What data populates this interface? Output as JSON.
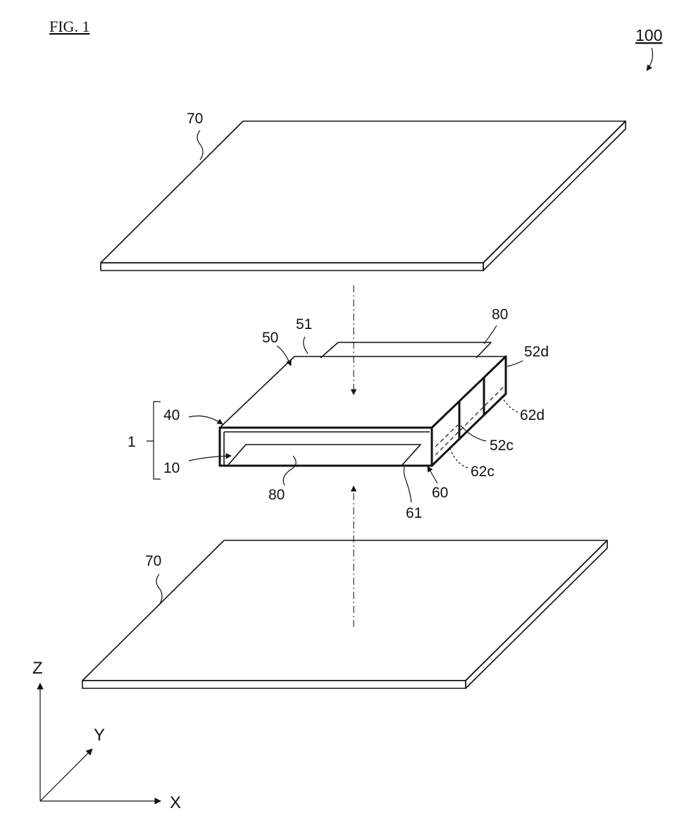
{
  "figure": {
    "title": "FIG. 1",
    "assembly_ref": "100"
  },
  "labels": {
    "plate_top": "70",
    "plate_bottom": "70",
    "tab_top": "80",
    "tab_bottom": "80",
    "cover": "50",
    "cover_top": "51",
    "side_d": "52d",
    "side_c": "52c",
    "inner_d": "62d",
    "inner_c": "62c",
    "layer_40": "40",
    "layer_10": "10",
    "stack": "1",
    "case": "60",
    "case_bottom": "61"
  },
  "axes": {
    "z": "Z",
    "y": "Y",
    "x": "X"
  },
  "colors": {
    "line": "#111111",
    "background": "#ffffff"
  }
}
